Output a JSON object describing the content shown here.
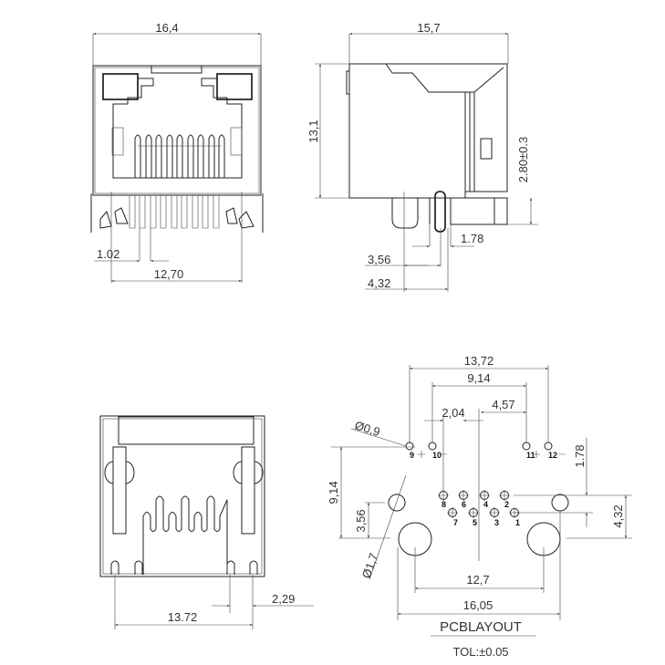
{
  "front_view": {
    "width": "16,4",
    "pin_pitch": "1.02",
    "pin_span": "12,70"
  },
  "side_view": {
    "depth": "15,7",
    "height": "13,1",
    "pin_length": "2.80±0.3",
    "offset_a": "1.78",
    "offset_b": "3,56",
    "offset_c": "4,32"
  },
  "bottom_view": {
    "led_pitch": "2,29",
    "led_span": "13.72"
  },
  "pcb_layout": {
    "dim_13_72": "13,72",
    "dim_9_14_h": "9,14",
    "dim_2_04": "2,04",
    "dim_4_57": "4,57",
    "hole_small": "Ø0,9",
    "hole_medium": "Ø1,7",
    "dim_9_14_v": "9,14",
    "dim_3_56": "3,56",
    "dim_1_78": "1.78",
    "dim_4_32": "4,32",
    "dim_12_7": "12,7",
    "dim_16_05": "16,05",
    "pin_labels": [
      "1",
      "2",
      "3",
      "4",
      "5",
      "6",
      "7",
      "8",
      "9",
      "10",
      "11",
      "12"
    ],
    "title": "PCBLAYOUT",
    "tolerance": "TOL:±0.05"
  }
}
